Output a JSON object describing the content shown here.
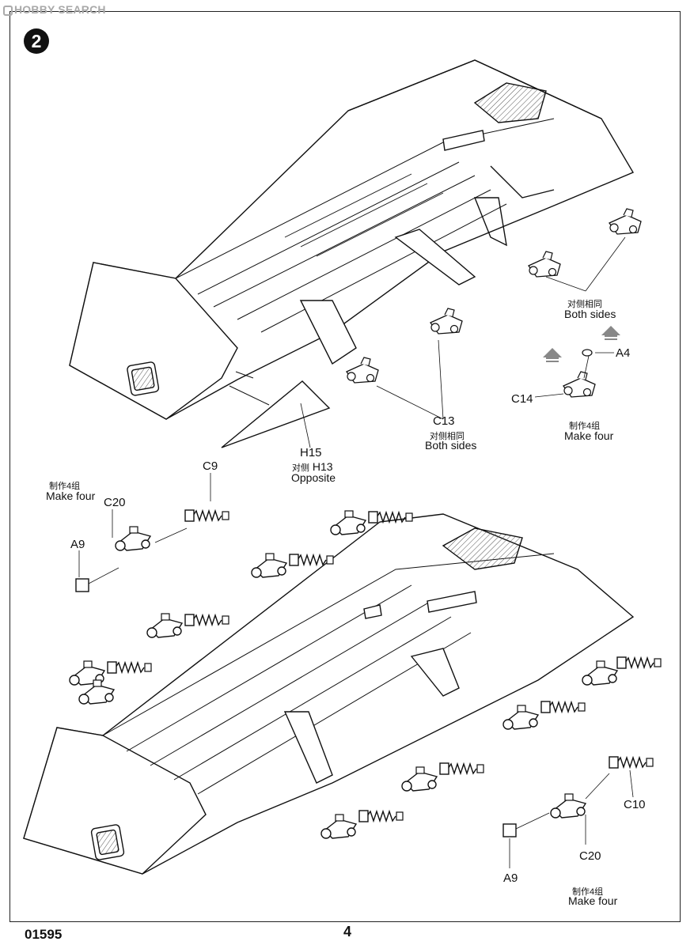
{
  "watermark": "HOBBY SEARCH",
  "step_number": "2",
  "footer": {
    "product_code": "01595",
    "page_number": "4"
  },
  "labels": {
    "a4_top": "A4",
    "c14": "C14",
    "make4_top_cn": "制作4组",
    "make4_top_en": "Make four",
    "both_top_cn": "对侧相同",
    "both_top_en": "Both sides",
    "c13": "C13",
    "c13_cn": "对侧相同",
    "c13_en": "Both sides",
    "h15": "H15",
    "h13_cn": "对侧",
    "h13": "H13",
    "opposite": "Opposite",
    "make4_left_cn": "制作4组",
    "make4_left_en": "Make four",
    "c9": "C9",
    "c20_left": "C20",
    "a9_left": "A9",
    "c10": "C10",
    "c20_right": "C20",
    "a9_right": "A9",
    "make4_right_cn": "制作4组",
    "make4_right_en": "Make four"
  }
}
